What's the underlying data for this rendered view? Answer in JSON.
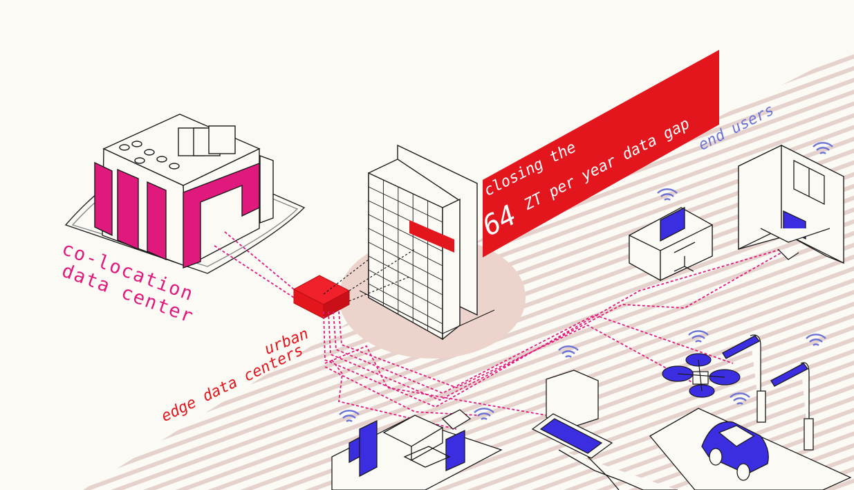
{
  "labels": {
    "colocation_line1": "co-location",
    "colocation_line2": "data center",
    "edge_line1": "urban",
    "edge_line2": "edge data centers",
    "banner_line1": "closing the",
    "banner_number": "64",
    "banner_line2_rest": "ZT per year data gap",
    "end_users": "end users"
  },
  "colors": {
    "background": "#fbfaf5",
    "stripe": "#e6d2cc",
    "red": "#e3151d",
    "magenta": "#e0197c",
    "purple": "#3b2de0",
    "signal_blue": "#6b72d6",
    "outline": "#1a1a1a"
  },
  "icons": [
    "wifi-signal-icon",
    "drone-icon",
    "car-icon",
    "smartphone-icon",
    "desk-monitor-icon",
    "street-lamp-icon"
  ]
}
